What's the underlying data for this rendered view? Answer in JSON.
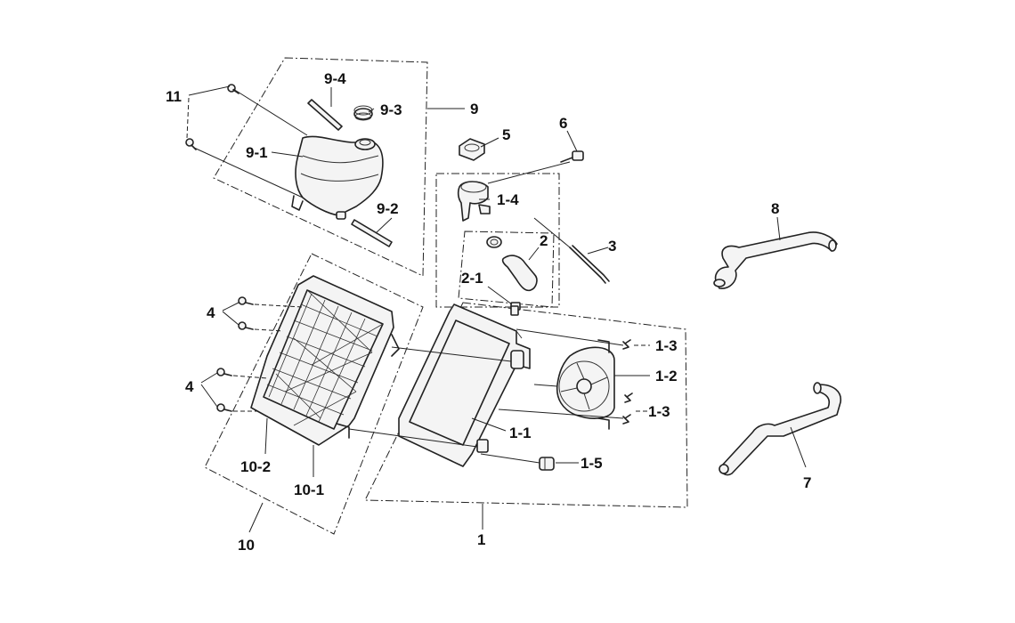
{
  "labels": {
    "l1": "1",
    "l1_1": "1-1",
    "l1_2": "1-2",
    "l1_3a": "1-3",
    "l1_3b": "1-3",
    "l1_4": "1-4",
    "l1_5": "1-5",
    "l2": "2",
    "l2_1": "2-1",
    "l3": "3",
    "l4a": "4",
    "l4b": "4",
    "l5": "5",
    "l6": "6",
    "l7": "7",
    "l8": "8",
    "l9": "9",
    "l9_1": "9-1",
    "l9_2": "9-2",
    "l9_3": "9-3",
    "l9_4": "9-4",
    "l10": "10",
    "l10_1": "10-1",
    "l10_2": "10-2",
    "l11": "11"
  }
}
